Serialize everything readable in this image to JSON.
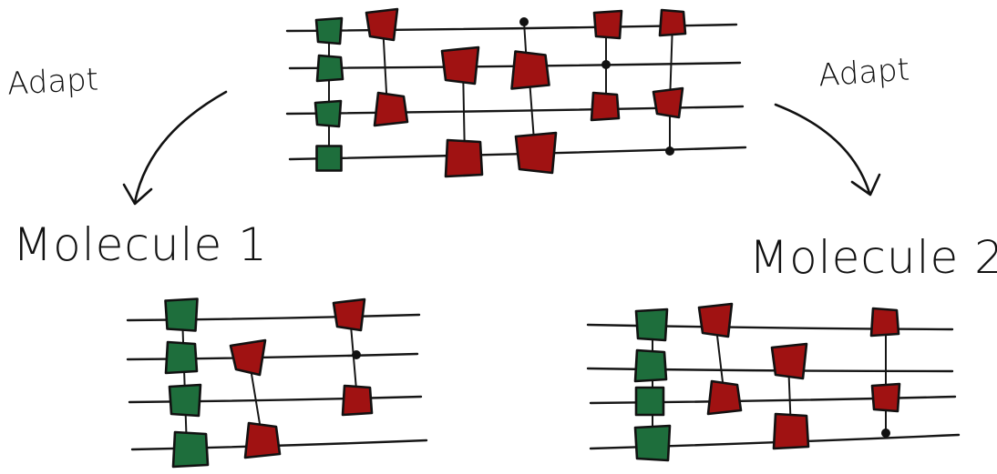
{
  "labels": {
    "adapt_left": "Adapt",
    "adapt_right": "Adapt",
    "molecule_1": "Molecule 1",
    "molecule_2": "Molecule 2"
  },
  "colors": {
    "single_qubit_gate": "#1e6e3c",
    "two_qubit_gate": "#a01212",
    "ink": "#111111",
    "background": "#ffffff"
  },
  "circuits": [
    {
      "id": "template",
      "qubits": 4,
      "single_qubit_gates_on": [
        0,
        1,
        2,
        3
      ],
      "two_qubit_gates": [
        {
          "column": 1,
          "qubits": [
            0,
            2
          ],
          "kind": "box-box"
        },
        {
          "column": 2,
          "qubits": [
            1,
            3
          ],
          "kind": "box-box"
        },
        {
          "column": 3,
          "qubits": [
            0,
            1
          ],
          "kind": "dot-box"
        },
        {
          "column": 3,
          "qubits": [
            1,
            3
          ],
          "kind": "box-box"
        },
        {
          "column": 4,
          "qubits": [
            0,
            2
          ],
          "kind": "box-dot-box"
        },
        {
          "column": 5,
          "qubits": [
            0,
            2
          ],
          "kind": "box-box"
        },
        {
          "column": 5,
          "qubits": [
            2,
            3
          ],
          "kind": "box-dot"
        }
      ]
    },
    {
      "id": "molecule-1",
      "qubits": 4,
      "single_qubit_gates_on": [
        0,
        1,
        2,
        3
      ],
      "two_qubit_gates": [
        {
          "column": 1,
          "qubits": [
            1,
            3
          ],
          "kind": "box-box"
        },
        {
          "column": 2,
          "qubits": [
            0,
            2
          ],
          "kind": "box-dot-box"
        }
      ]
    },
    {
      "id": "molecule-2",
      "qubits": 4,
      "single_qubit_gates_on": [
        0,
        1,
        2,
        3
      ],
      "two_qubit_gates": [
        {
          "column": 1,
          "qubits": [
            0,
            2
          ],
          "kind": "box-box"
        },
        {
          "column": 2,
          "qubits": [
            1,
            3
          ],
          "kind": "box-box"
        },
        {
          "column": 3,
          "qubits": [
            0,
            3
          ],
          "kind": "box-box-dot"
        }
      ]
    }
  ]
}
